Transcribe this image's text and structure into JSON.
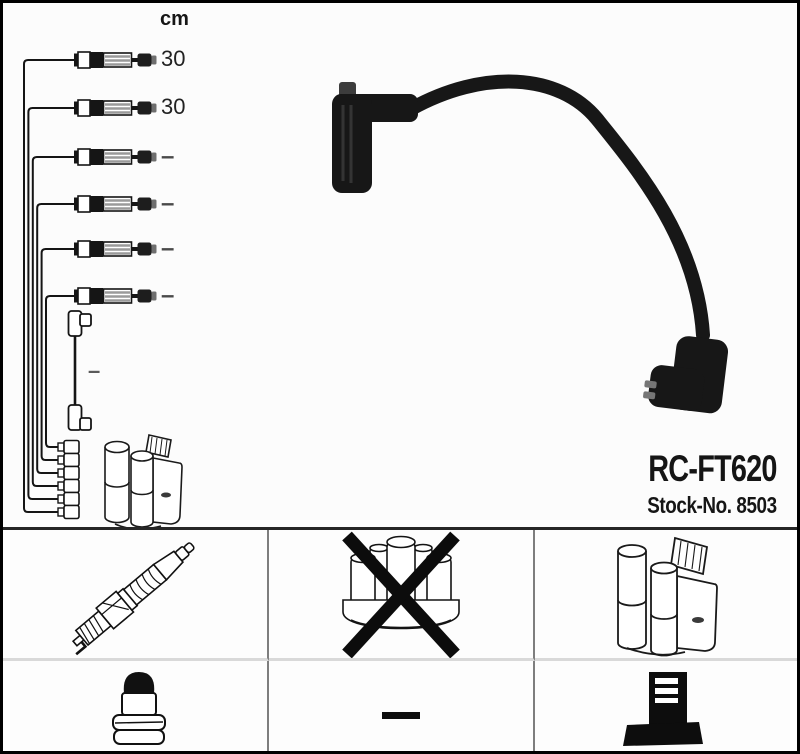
{
  "product": {
    "code": "RC-FT620",
    "stock": "Stock-No. 8503"
  },
  "measurements": {
    "unit_header": "cm",
    "rows": [
      {
        "length": "30"
      },
      {
        "length": "30"
      },
      {
        "length": "–"
      },
      {
        "length": "–"
      },
      {
        "length": "–"
      },
      {
        "length": "–"
      }
    ],
    "coil_wire_length": "–"
  },
  "legend": {
    "row1": [
      {
        "icon": "spark-plug-icon"
      },
      {
        "icon": "distributor-cap-crossed-icon"
      },
      {
        "icon": "ignition-coil-icon"
      }
    ],
    "row2": [
      {
        "icon": "plug-terminal-icon"
      },
      {
        "icon": "dash-icon"
      },
      {
        "icon": "coil-tower-terminal-icon"
      }
    ]
  },
  "colors": {
    "background": "#fcfcfc",
    "ink": "#151515",
    "frame": "#000000",
    "grid_vertical": "#7e7e7e",
    "grid_horizontal": "#d9d9d9",
    "cable_photo": "#171717"
  }
}
